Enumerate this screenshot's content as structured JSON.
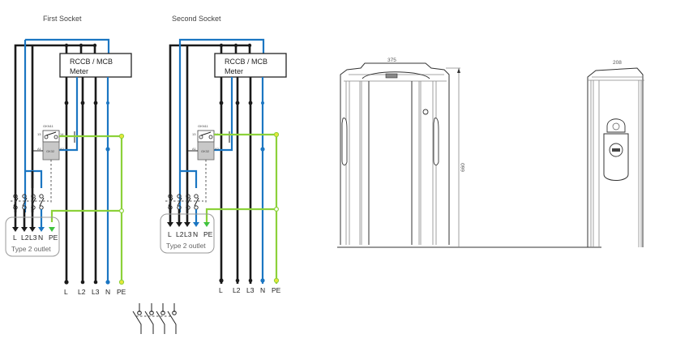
{
  "schematics": [
    {
      "title": "First Socket",
      "box_line1": "RCCB / MCB",
      "box_line2": "Meter",
      "relay_top_label": "GKN11",
      "relay_body_label": "GK32",
      "relay_pins": [
        "13",
        "14",
        "A1",
        "A2"
      ],
      "outlet_terminals": [
        "L",
        "L2",
        "L3",
        "N",
        "PE"
      ],
      "outlet_label": "Type 2 outlet",
      "supply_terminals": [
        "L",
        "L2",
        "L3",
        "N",
        "PE"
      ]
    },
    {
      "title": "Second Socket",
      "box_line1": "RCCB / MCB",
      "box_line2": "Meter",
      "relay_top_label": "GKN11",
      "relay_body_label": "GK32",
      "relay_pins": [
        "13",
        "14",
        "A1",
        "A2"
      ],
      "outlet_terminals": [
        "L",
        "L2",
        "L3",
        "N",
        "PE"
      ],
      "outlet_label": "Type 2 outlet",
      "supply_terminals": [
        "L",
        "L2",
        "L3",
        "N",
        "PE"
      ]
    }
  ],
  "wire_colors": {
    "phase": "#1a1a1a",
    "neutral": "#1b76c2",
    "earth": "#8cd13a",
    "junction_earth": "#e6e63a"
  },
  "drawing": {
    "front_width": "375",
    "side_width": "208",
    "height": "660"
  }
}
